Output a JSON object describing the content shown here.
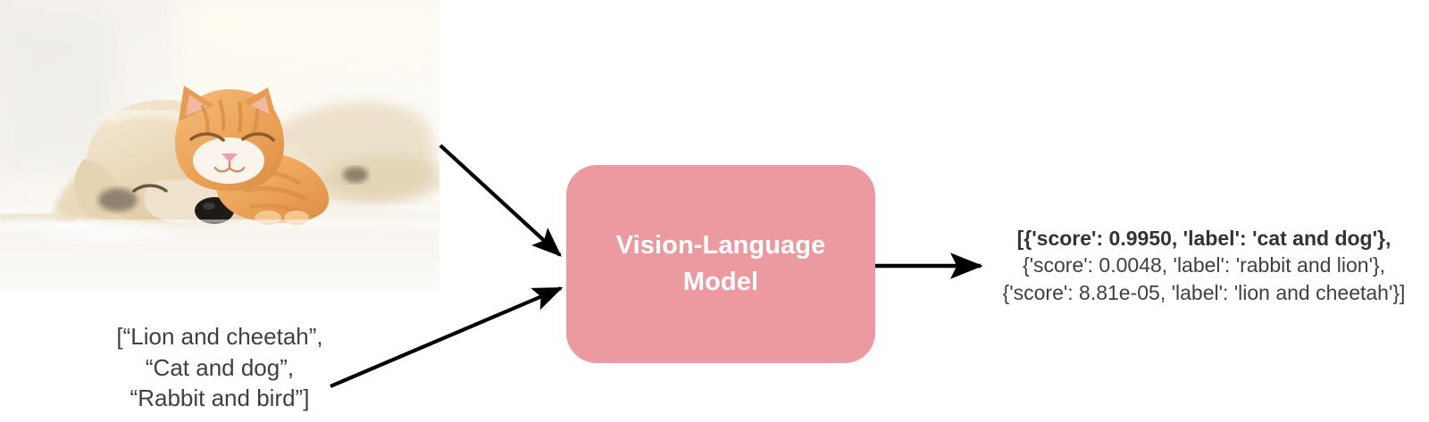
{
  "diagram": {
    "title": "Vision-Language Model zero-shot image classification flow",
    "model_box": {
      "label": "Vision-Language\nModel",
      "fill_color": "#eb9aa0",
      "text_color": "#ffffff"
    },
    "image_input": {
      "alt": "Sleeping golden retriever puppy and orange tabby kitten cuddling on a white blanket",
      "icon": "photo-thumbnail"
    },
    "text_input": {
      "lines": [
        "[“Lion and cheetah”,",
        "“Cat and dog”,",
        "“Rabbit and bird”]"
      ],
      "text": "[“Lion and cheetah”,\n“Cat and dog”,\n“Rabbit and bird”]"
    },
    "output": {
      "lines": [
        "[{'score': 0.9950, 'label': 'cat and dog'},",
        "{'score': 0.0048, 'label': 'rabbit and lion'},",
        "{'score': 8.81e-05, 'label': 'lion and cheetah'}]"
      ],
      "predictions": [
        {
          "score": "0.9950",
          "label": "cat and dog"
        },
        {
          "score": "0.0048",
          "label": "rabbit and lion"
        },
        {
          "score": "8.81e-05",
          "label": "lion and cheetah"
        }
      ],
      "text_color": "#3f3f3f"
    },
    "arrows": {
      "image_to_model": "arrow-image-to-model",
      "text_to_model": "arrow-text-to-model",
      "model_to_output": "arrow-model-to-output",
      "color": "#000000"
    }
  }
}
